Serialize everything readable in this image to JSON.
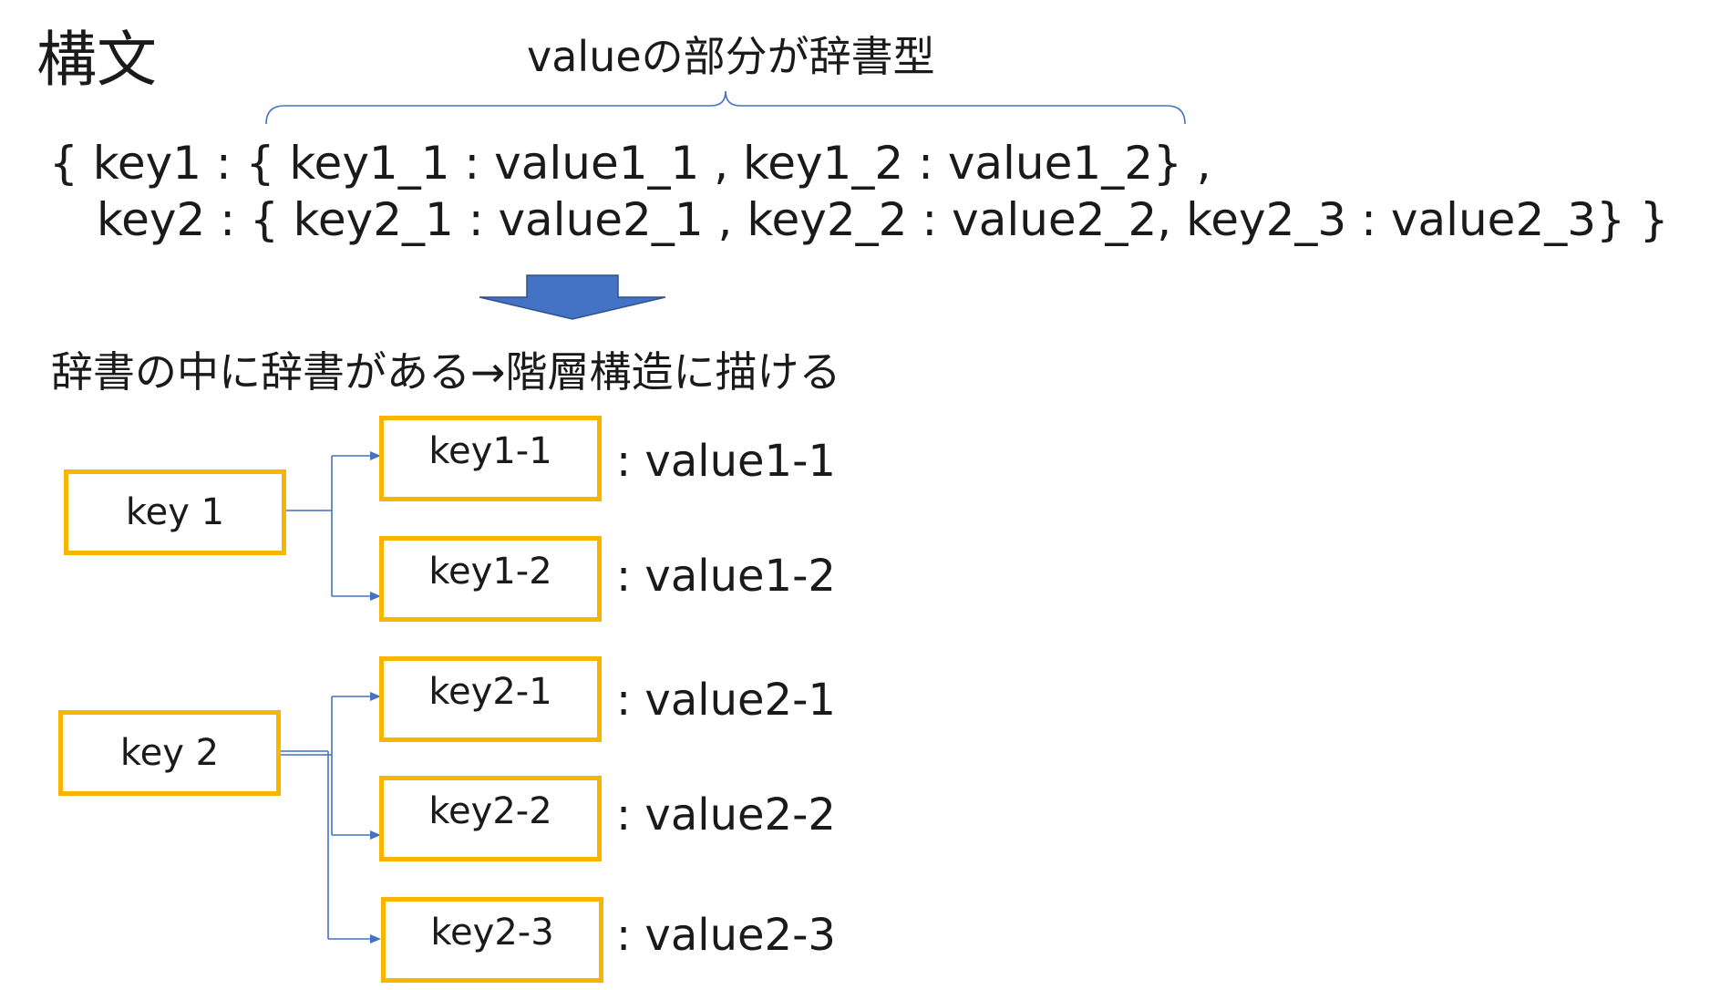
{
  "title": "構文",
  "brace_label": "valueの部分が辞書型",
  "code": {
    "line1": "{ key1 : { key1_1 : value1_1 , key1_2 : value1_2} ,",
    "line2": "key2 : { key2_1 : value2_1 , key2_2 : value2_2, key2_3 : value2_3} }"
  },
  "description": "辞書の中に辞書がある→階層構造に描ける",
  "tree": {
    "parents": [
      {
        "label": "key 1",
        "children": [
          {
            "key": "key1-1",
            "value": ": value1-1"
          },
          {
            "key": "key1-2",
            "value": ": value1-2"
          }
        ]
      },
      {
        "label": "key 2",
        "children": [
          {
            "key": "key2-1",
            "value": ": value2-1"
          },
          {
            "key": "key2-2",
            "value": ": value2-2"
          },
          {
            "key": "key2-3",
            "value": ": value2-3"
          }
        ]
      }
    ]
  },
  "colors": {
    "box_border": "#f7b500",
    "connector": "#4472c4",
    "arrow_fill": "#4472c4",
    "brace": "#4472c4"
  }
}
